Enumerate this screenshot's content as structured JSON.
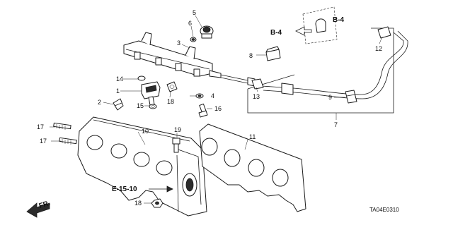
{
  "callouts": {
    "c1": "1",
    "c2": "2",
    "c3": "3",
    "c4": "4",
    "c5": "5",
    "c6": "6",
    "c7": "7",
    "c8": "8",
    "c9": "9",
    "c10": "10",
    "c11": "11",
    "c12": "12",
    "c13": "13",
    "c14": "14",
    "c15": "15",
    "c16": "16",
    "c17a": "17",
    "c17b": "17",
    "c18a": "18",
    "c18b": "18",
    "c19": "19"
  },
  "refs": {
    "b4_left": "B-4",
    "b4_right": "B-4",
    "e1510": "E-15-10",
    "front": "FR."
  },
  "diagram_code": "TA04E0310"
}
